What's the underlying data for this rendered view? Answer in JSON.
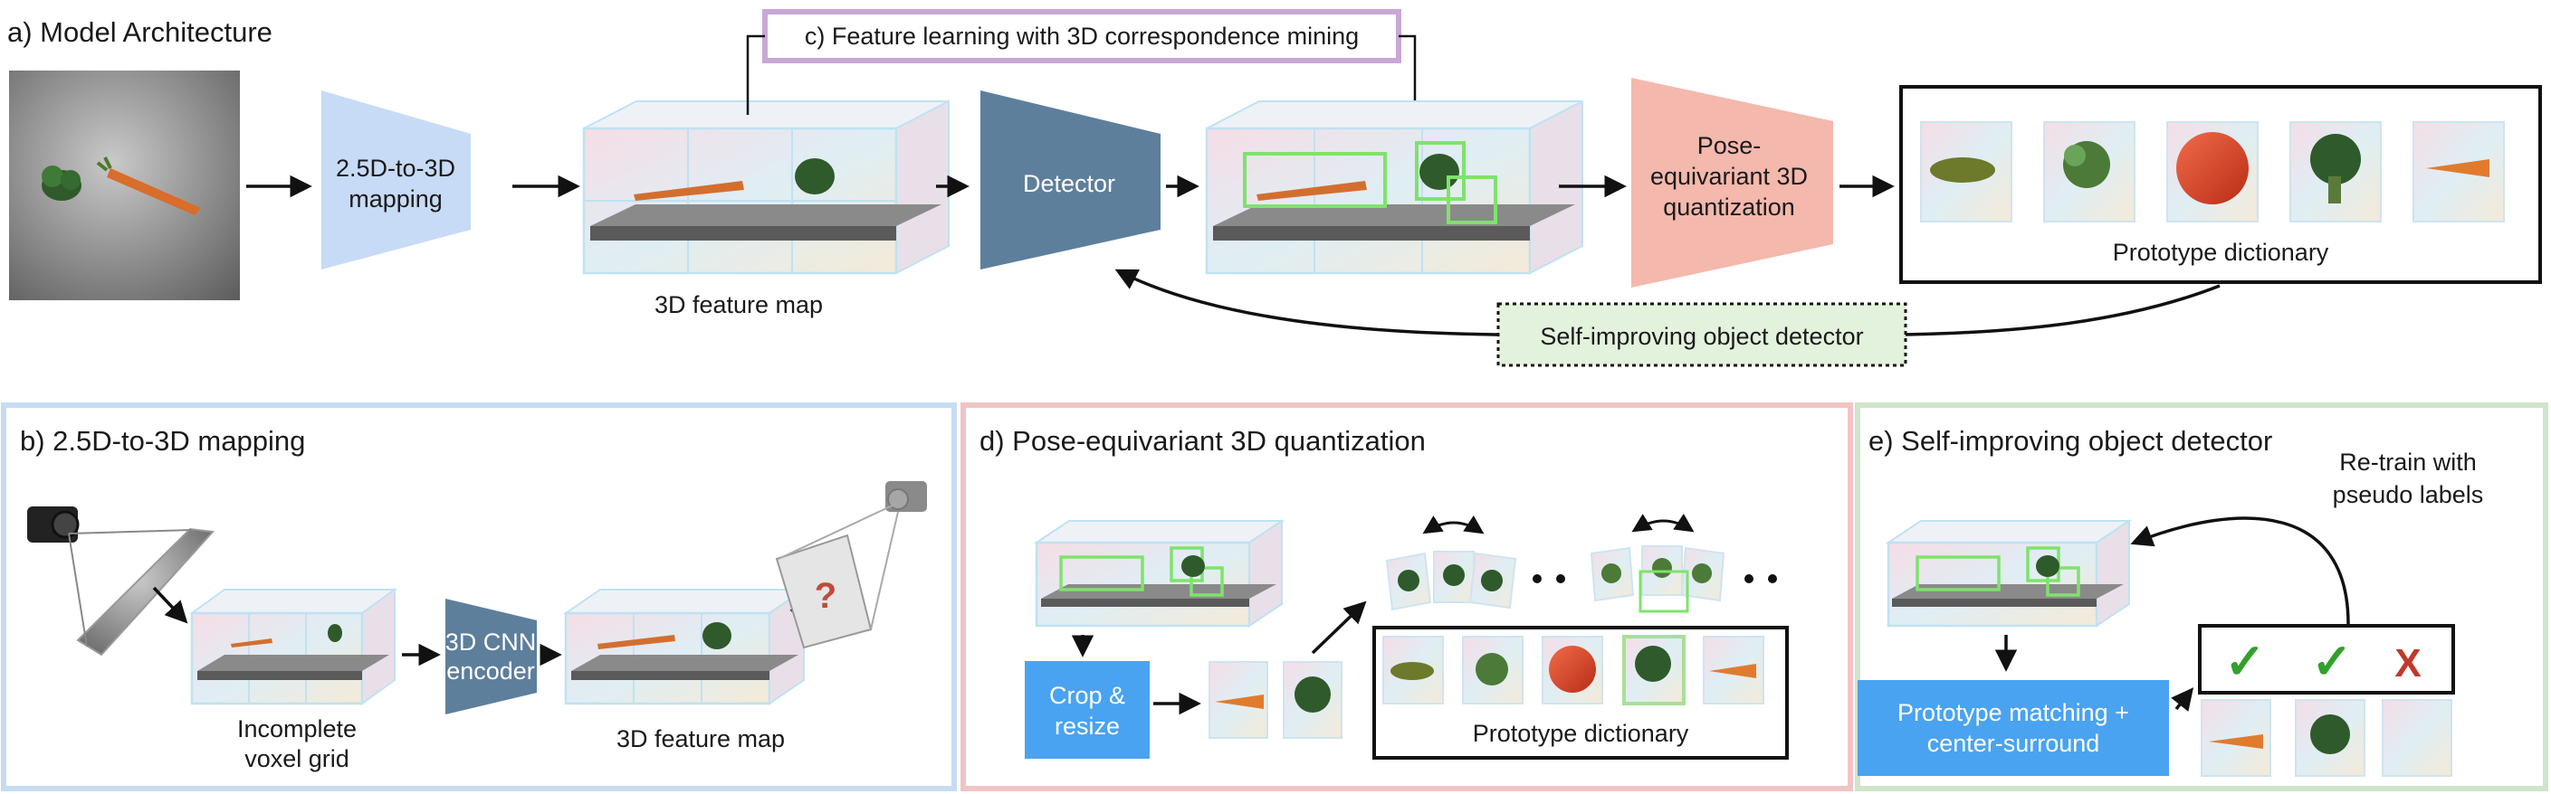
{
  "panel_a": {
    "heading": "a) Model Architecture",
    "mapping_label_1": "2.5D-to-3D",
    "mapping_label_2": "mapping",
    "feature_map_caption": "3D feature map",
    "detector_label": "Detector",
    "quant_label_1": "Pose-",
    "quant_label_2": "equivariant 3D",
    "quant_label_3": "quantization",
    "dictionary_caption": "Prototype dictionary",
    "self_improving_label": "Self-improving object detector"
  },
  "panel_c": {
    "heading": "c) Feature learning with 3D correspondence mining"
  },
  "panel_b": {
    "heading": "b) 2.5D-to-3D mapping",
    "voxel_caption_1": "Incomplete",
    "voxel_caption_2": "voxel grid",
    "cnn_label_1": "3D CNN",
    "cnn_label_2": "encoder",
    "feature_map_caption": "3D feature map",
    "question_mark": "?"
  },
  "panel_d": {
    "heading": "d) Pose-equivariant 3D quantization",
    "crop_label_1": "Crop &",
    "crop_label_2": "resize",
    "dictionary_caption": "Prototype dictionary"
  },
  "panel_e": {
    "heading": "e) Self-improving object detector",
    "retrain_1": "Re-train with",
    "retrain_2": "pseudo labels",
    "matching_1": "Prototype matching +",
    "matching_2": "center-surround",
    "check_1": "✓",
    "check_2": "✓",
    "cross": "X"
  },
  "colors": {
    "blue_panel": "#c6dcf3",
    "red_panel": "#f1c4c4",
    "green_panel": "#cfe5c8",
    "purple_callout": "#c9a7d6",
    "mapping_fill": "#c7dbf6",
    "detector_fill": "#5d7f9c",
    "quant_fill": "#f4b8ac",
    "action_blue": "#4aa3f0",
    "green_box_fill": "#e3f2dc",
    "check_green": "#33a02c",
    "cross_red": "#c0392b"
  }
}
